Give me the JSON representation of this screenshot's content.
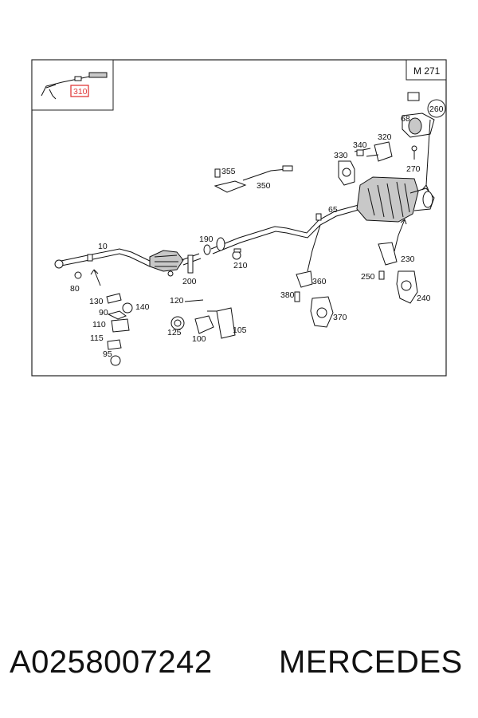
{
  "diagram": {
    "model_code": "M 271",
    "highlighted_callout": "310",
    "callouts": {
      "c10": "10",
      "c65": "65",
      "c68": "68",
      "c80": "80",
      "c90": "90",
      "c95": "95",
      "c100": "100",
      "c105": "105",
      "c110": "110",
      "c115": "115",
      "c120": "120",
      "c125": "125",
      "c130": "130",
      "c140": "140",
      "c190": "190",
      "c200": "200",
      "c210": "210",
      "c230": "230",
      "c240": "240",
      "c250": "250",
      "c260": "260",
      "c270": "270",
      "c320": "320",
      "c330": "330",
      "c340": "340",
      "c350": "350",
      "c355": "355",
      "c360": "360",
      "c370": "370",
      "c380": "380"
    }
  },
  "caption": {
    "part_number": "A0258007242",
    "brand": "MERCEDES"
  }
}
